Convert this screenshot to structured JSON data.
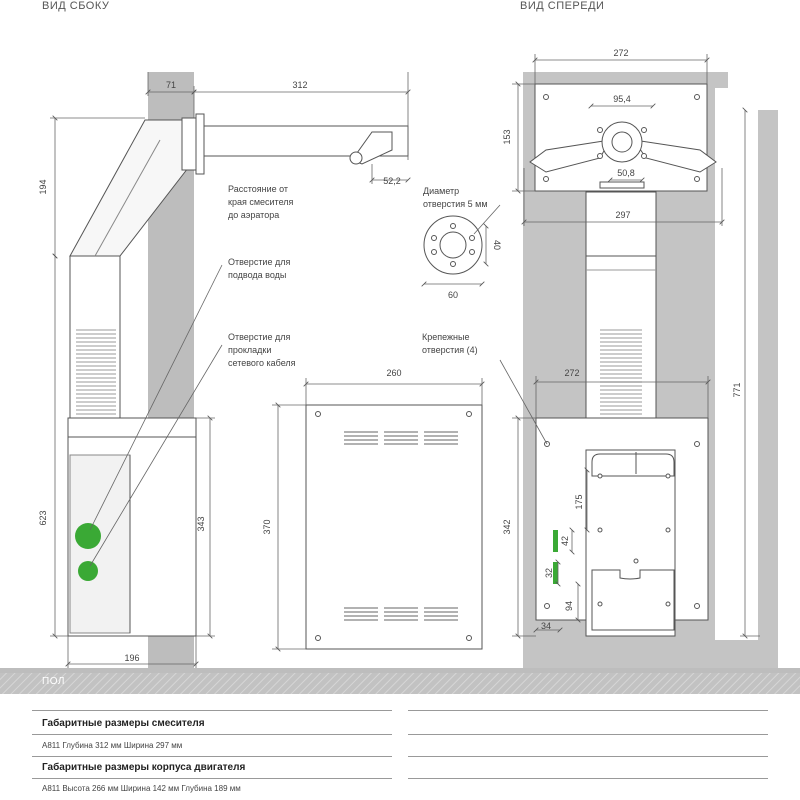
{
  "views": {
    "side": "ВИД СБОКУ",
    "front": "ВИД СПЕРЕДИ"
  },
  "floor": "ПОЛ",
  "side_dims": {
    "wall_offset": "71",
    "spout_length": "312",
    "height_top": "194",
    "height_bottom": "623",
    "box_height": "343",
    "box_depth": "196",
    "aerator": "52,2"
  },
  "front_dims": {
    "plate_width": "272",
    "plate_center": "95,4",
    "plate_height": "153",
    "bottom_center": "50,8",
    "span": "297",
    "box_width": "272",
    "total_height": "771",
    "box_height": "342",
    "d175": "175",
    "d42": "42",
    "d32": "32",
    "d94": "94",
    "d34": "34"
  },
  "flange": {
    "width": "60",
    "height": "40"
  },
  "cover": {
    "width": "260",
    "height": "370"
  },
  "annotations": {
    "distance": [
      "Расстояние от",
      "края смесителя",
      "до аэратора"
    ],
    "diameter": [
      "Диаметр",
      "отверстия 5 мм"
    ],
    "water": [
      "Отверстие для",
      "подвода воды"
    ],
    "cable": [
      "Отверстие для",
      "прокладки",
      "сетевого кабеля"
    ],
    "mount": [
      "Крепежные",
      "отверстия (4)"
    ]
  },
  "specs": {
    "mixer_title": "Габаритные размеры смесителя",
    "mixer_line": "A811 Глубина 312 мм Ширина 297 мм",
    "motor_title": "Габаритные размеры корпуса двигателя",
    "motor_line": "A811 Высота 266 мм Ширина 142 мм Глубина 189 мм"
  },
  "colors": {
    "wall": "#bdbdbd",
    "floor": "#c2c2c2",
    "line": "#555555",
    "accent": "#3aa935"
  }
}
